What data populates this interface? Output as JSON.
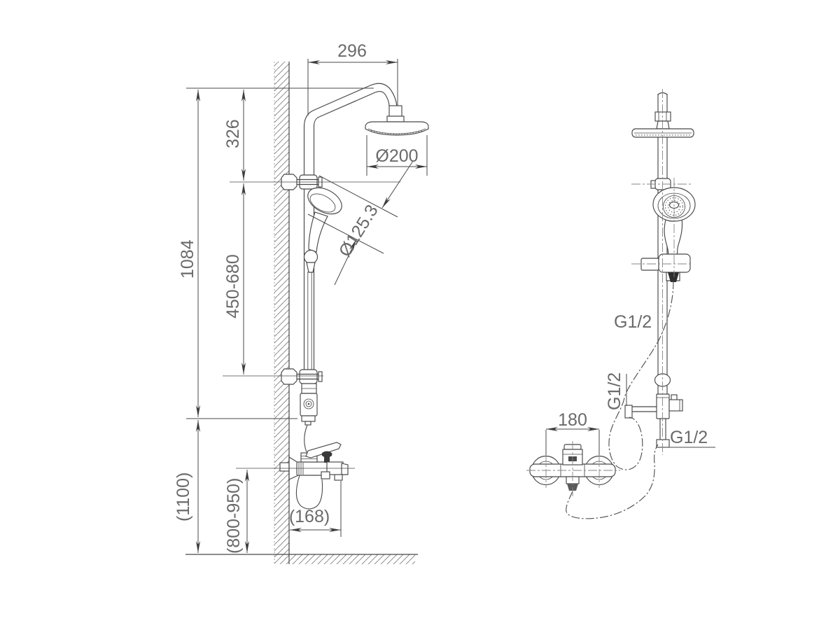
{
  "drawing": {
    "description": "Shower column installation drawing with side view and front view",
    "side_view": {
      "dims": {
        "arm_reach": "296",
        "head_diameter": "Ø200",
        "upper_offset": "326",
        "column_height": "1084",
        "holder_range": "450-680",
        "hand_shower_diameter": "Ø125.3",
        "overall_height": "(1100)",
        "mixer_height": "(800-950)",
        "spout_reach": "(168)"
      }
    },
    "front_view": {
      "dims": {
        "mixer_centers": "180"
      },
      "threads": {
        "riser": "G1/2",
        "side_inlet": "G1/2",
        "bottom_inlet": "G1/2"
      }
    },
    "colors": {
      "line": "#474747",
      "dim_text": "#6a6a6a",
      "hatch": "#7d7d7d",
      "background": "#ffffff"
    }
  }
}
